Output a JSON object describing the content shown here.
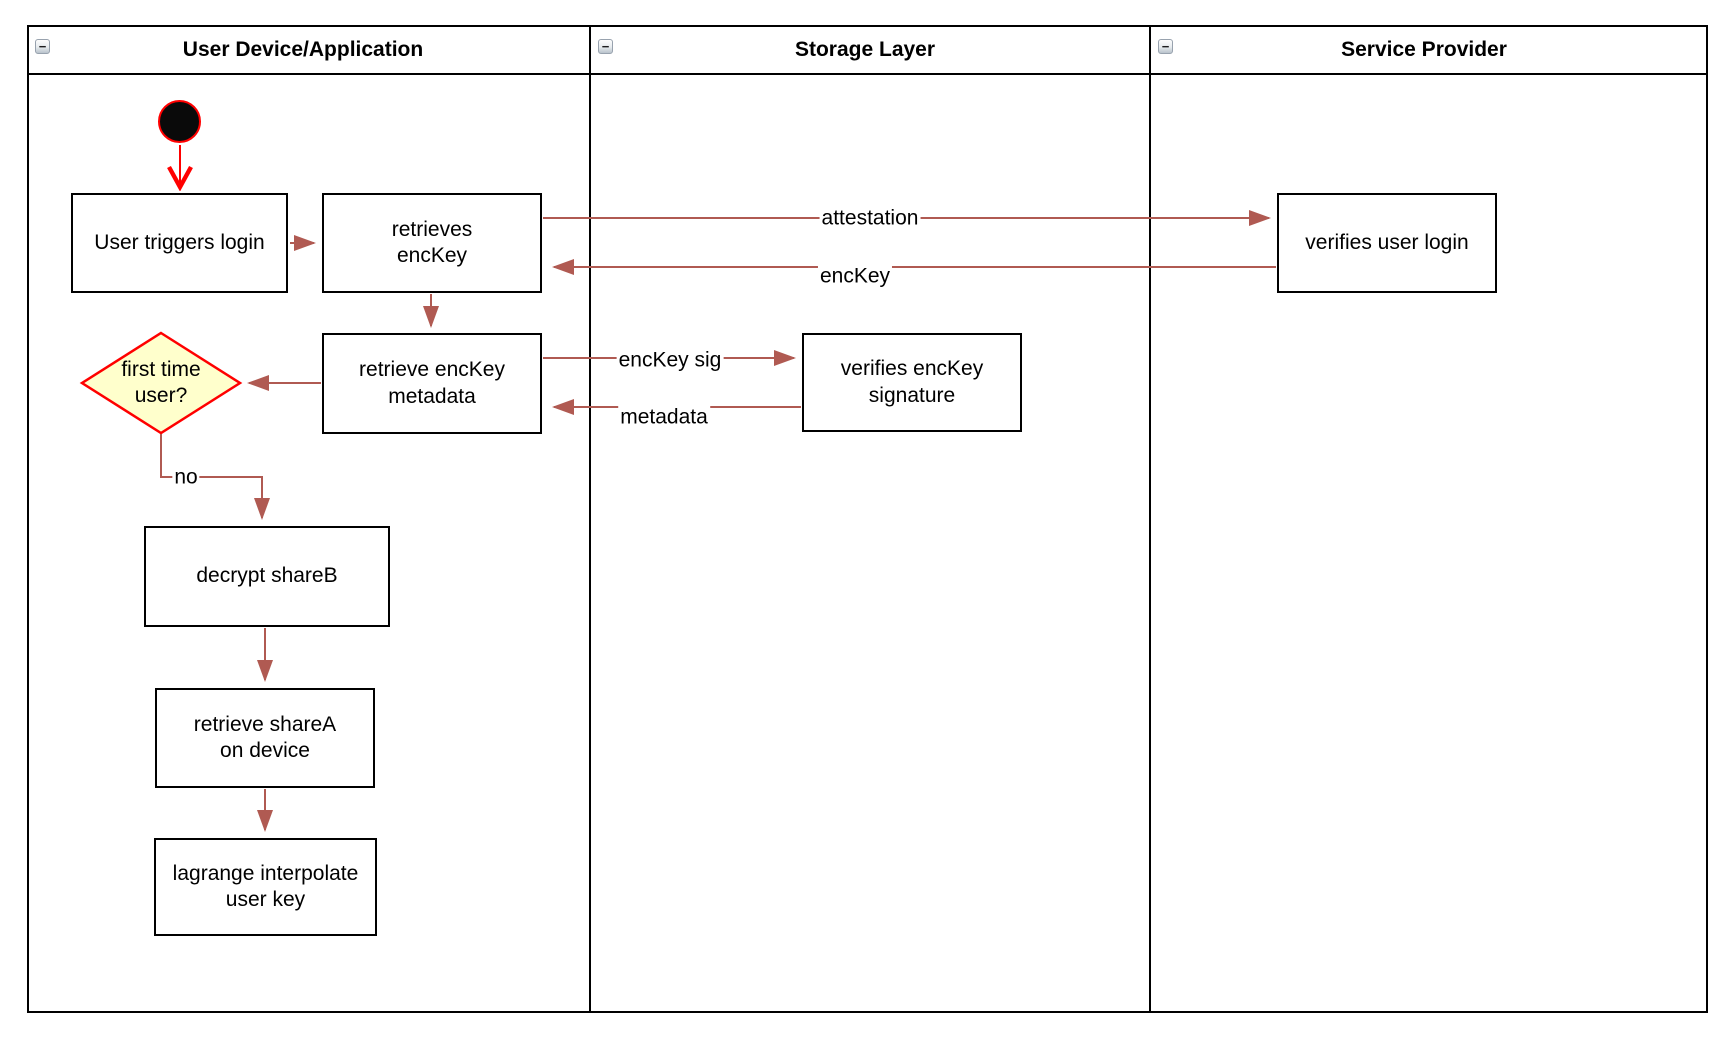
{
  "colors": {
    "edge": "#b05a52",
    "accent_red": "#ff0000",
    "decision_fill": "#ffffcc",
    "decision_border": "#ff0000",
    "node_border": "#000000",
    "node_fill": "#ffffff"
  },
  "icons": {
    "collapse": "−"
  },
  "lanes": [
    {
      "title": "User Device/Application"
    },
    {
      "title": "Storage Layer"
    },
    {
      "title": "Service Provider"
    }
  ],
  "nodes": {
    "user_triggers_login": "User triggers login",
    "retrieves_enckey": "retrieves\nencKey",
    "retrieve_enckey_metadata": "retrieve encKey\nmetadata",
    "first_time_user": "first time\nuser?",
    "decrypt_shareb": "decrypt shareB",
    "retrieve_sharea": "retrieve shareA\non device",
    "lagrange_interpolate": "lagrange interpolate\nuser key",
    "verifies_enckey_signature": "verifies encKey\nsignature",
    "verifies_user_login": "verifies user login"
  },
  "edge_labels": {
    "attestation": "attestation",
    "enckey": "encKey",
    "enckey_sig": "encKey sig",
    "metadata": "metadata",
    "no": "no"
  }
}
